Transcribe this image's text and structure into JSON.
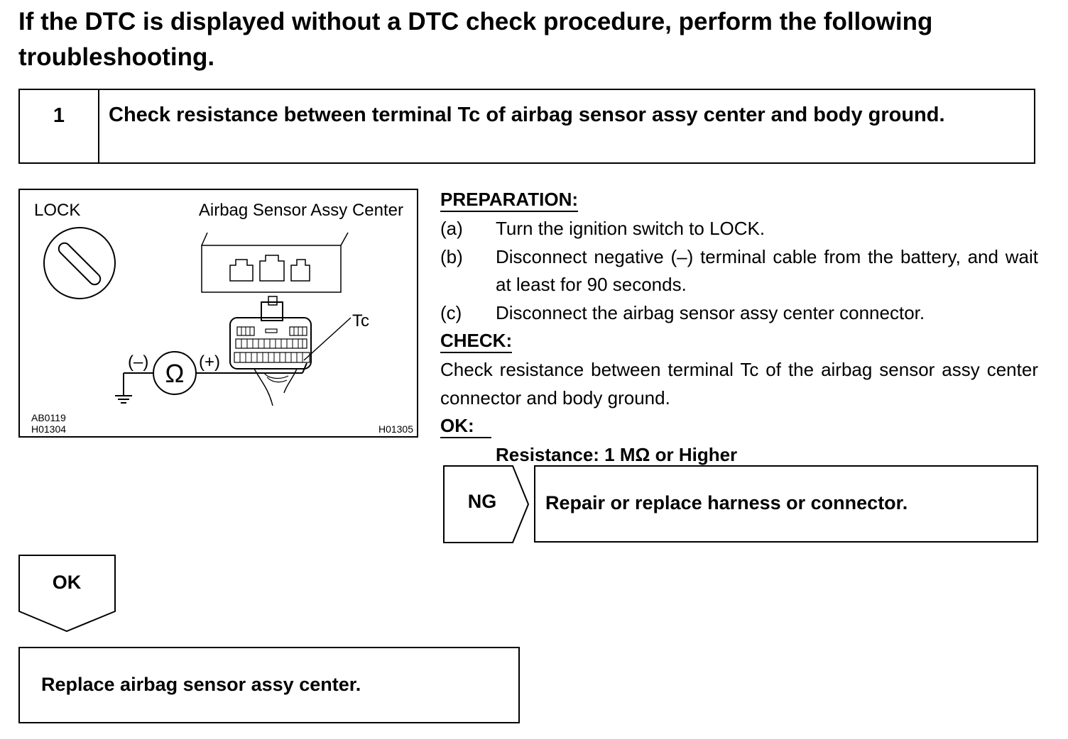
{
  "heading": "If the DTC is displayed without a DTC check procedure, perform the following troubleshooting.",
  "step": {
    "number": "1",
    "title": "Check resistance between terminal Tc of airbag sensor assy center and body ground."
  },
  "figure": {
    "lock_label": "LOCK",
    "sensor_label": "Airbag Sensor Assy Center",
    "terminal_label": "Tc",
    "minus_label": "(–)",
    "plus_label": "(+)",
    "ohm_symbol": "Ω",
    "code_left_1": "AB0119",
    "code_left_2": "H01304",
    "code_right": "H01305",
    "ohm-meter-icon": "ohmmeter-icon",
    "ground-icon": "ground-symbol-icon",
    "ignition-icon": "ignition-key-icon"
  },
  "preparation": {
    "heading": "PREPARATION:",
    "items": [
      {
        "label": "(a)",
        "text": "Turn the ignition switch to LOCK."
      },
      {
        "label": "(b)",
        "text": "Disconnect negative (–) terminal cable from the battery, and wait at least for 90 seconds."
      },
      {
        "label": "(c)",
        "text": "Disconnect the airbag sensor assy center connector."
      }
    ]
  },
  "check": {
    "heading": "CHECK:",
    "text": "Check resistance between terminal Tc of the airbag sensor assy center connector and body ground."
  },
  "ok_spec": {
    "heading": "OK:",
    "text": "Resistance: 1 MΩ or Higher"
  },
  "ng_result": {
    "label": "NG",
    "action": "Repair or replace harness or connector."
  },
  "ok_result": {
    "label": "OK",
    "action": "Replace airbag sensor assy center."
  }
}
